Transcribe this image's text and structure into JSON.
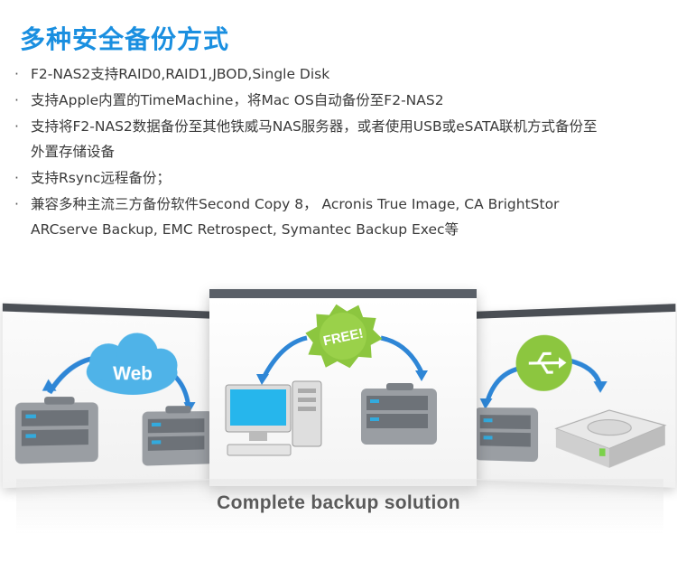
{
  "title": "多种安全备份方式",
  "bullets": [
    {
      "dot": "·",
      "lines": [
        "F2-NAS2支持RAID0,RAID1,JBOD,Single Disk"
      ]
    },
    {
      "dot": "·",
      "lines": [
        "支持Apple内置的TimeMachine，将Mac OS自动备份至F2-NAS2"
      ]
    },
    {
      "dot": "·",
      "lines": [
        "支持将F2-NAS2数据备份至其他铁威马NAS服务器，或者使用USB或eSATA联机方式备份至",
        "外置存储设备"
      ]
    },
    {
      "dot": "·",
      "lines": [
        "支持Rsync远程备份；"
      ]
    },
    {
      "dot": "·",
      "lines": [
        "兼容多种主流三方备份软件Second Copy 8， Acronis True Image, CA BrightStor",
        "ARCserve Backup, EMC Retrospect, Symantec Backup Exec等"
      ]
    }
  ],
  "showcase": {
    "left_cloud_label": "Web",
    "center_badge_label": "FREE!",
    "right_icon": "usb-icon",
    "caption": "Complete backup solution"
  },
  "colors": {
    "title": "#1a8fe0",
    "cloud_blue": "#4fb3e8",
    "badge_green": "#8cc63f",
    "arrow_blue": "#2e86d6"
  }
}
